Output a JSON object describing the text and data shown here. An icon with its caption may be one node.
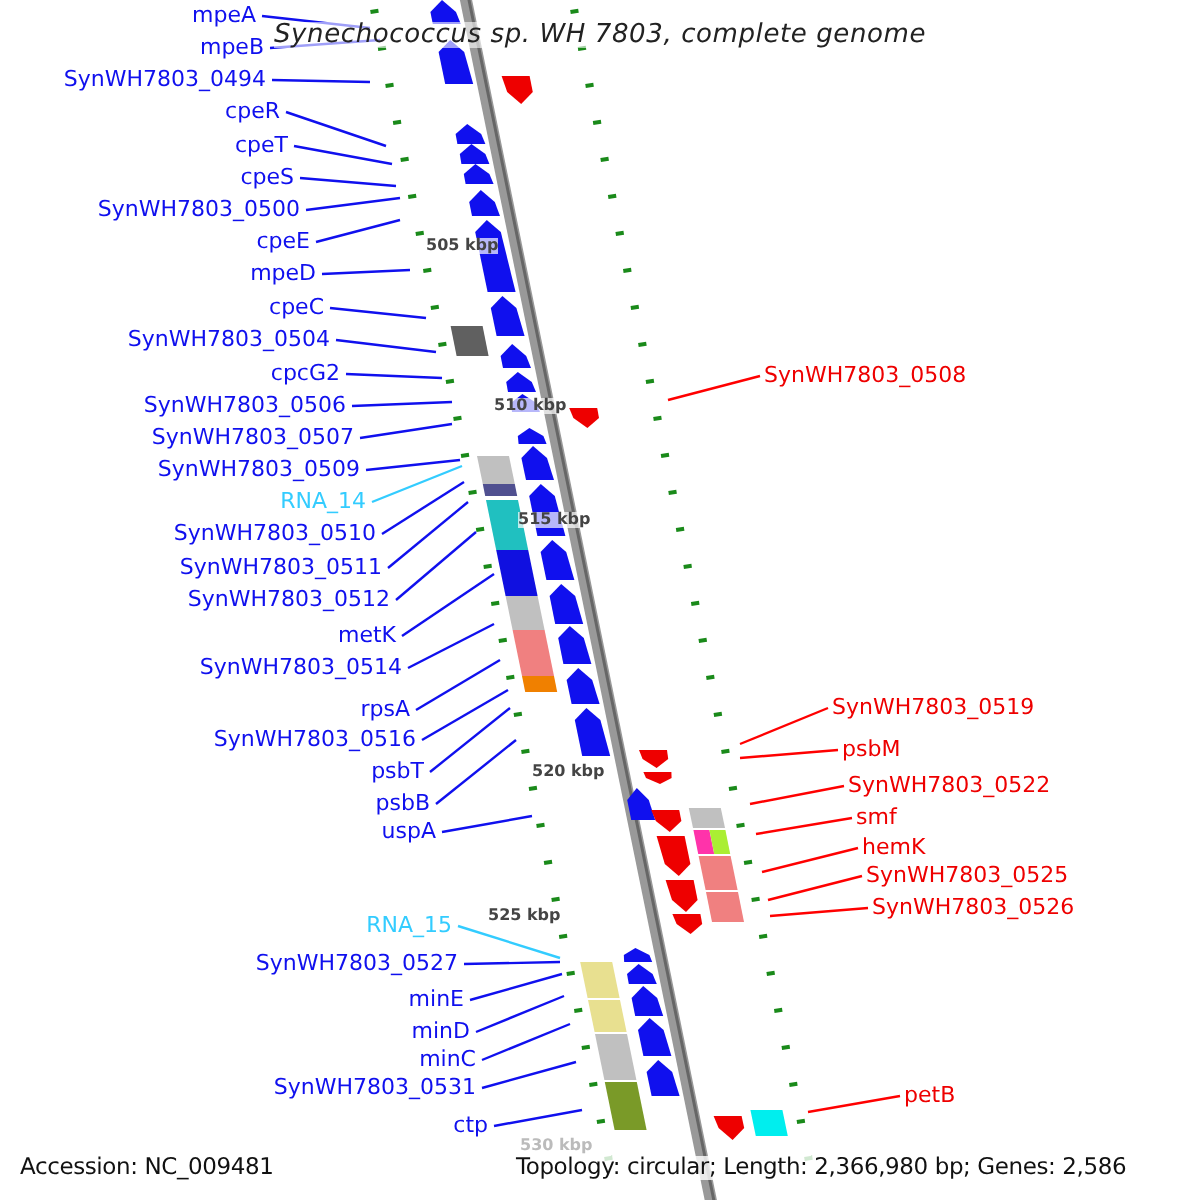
{
  "diagram": {
    "title": "Synechococcus sp. WH 7803, complete genome",
    "nodes": [
      {
        "text": [
          "mpeA"
        ]
      },
      {
        "text": [
          "mpeB"
        ]
      },
      {
        "text": [
          "SynWH7803_0494"
        ]
      },
      {
        "text": [
          "cpeR"
        ]
      },
      {
        "text": [
          "cpeT"
        ]
      },
      {
        "text": [
          "cpeS"
        ]
      },
      {
        "text": [
          "SynWH7803_0500"
        ]
      },
      {
        "text": [
          "cpeE"
        ]
      },
      {
        "text": [
          "mpeD"
        ]
      },
      {
        "text": [
          "cpeC"
        ]
      },
      {
        "text": [
          "SynWH7803_0504"
        ]
      },
      {
        "text": [
          "cpcG2"
        ]
      },
      {
        "text": [
          "SynWH7803_0506"
        ]
      },
      {
        "text": [
          "SynWH7803_0507"
        ]
      },
      {
        "text": [
          "SynWH7803_0509"
        ]
      },
      {
        "text": [
          "RNA_14"
        ]
      },
      {
        "text": [
          "SynWH7803_0510"
        ]
      },
      {
        "text": [
          "SynWH7803_0511"
        ]
      },
      {
        "text": [
          "SynWH7803_0512"
        ]
      },
      {
        "text": [
          "metK"
        ]
      },
      {
        "text": [
          "SynWH7803_0514"
        ]
      },
      {
        "text": [
          "rpsA"
        ]
      },
      {
        "text": [
          "SynWH7803_0516"
        ]
      },
      {
        "text": [
          "psbT"
        ]
      },
      {
        "text": [
          "psbB"
        ]
      },
      {
        "text": [
          "uspA"
        ]
      },
      {
        "text": [
          "RNA_15"
        ]
      },
      {
        "text": [
          "SynWH7803_0527"
        ]
      },
      {
        "text": [
          "minE"
        ]
      },
      {
        "text": [
          "minD"
        ]
      },
      {
        "text": [
          "minC"
        ]
      },
      {
        "text": [
          "SynWH7803_0531"
        ]
      },
      {
        "text": [
          "ctp"
        ]
      },
      {
        "text": [
          "SynWH7803_0508"
        ]
      },
      {
        "text": [
          "SynWH7803_0519"
        ]
      },
      {
        "text": [
          "psbM"
        ]
      },
      {
        "text": [
          "SynWH7803_0522"
        ]
      },
      {
        "text": [
          "smf"
        ]
      },
      {
        "text": [
          "hemK"
        ]
      },
      {
        "text": [
          "SynWH7803_0525"
        ]
      },
      {
        "text": [
          "SynWH7803_0526"
        ]
      },
      {
        "text": [
          "petB"
        ]
      }
    ],
    "edges": [
      {
        "from": 0,
        "to": null,
        "arrow": "none"
      },
      {
        "from": 1,
        "to": null,
        "arrow": "none"
      },
      {
        "from": 2,
        "to": null,
        "arrow": "none"
      },
      {
        "from": 3,
        "to": null,
        "arrow": "none"
      },
      {
        "from": 4,
        "to": null,
        "arrow": "none"
      },
      {
        "from": 5,
        "to": null,
        "arrow": "none"
      },
      {
        "from": 6,
        "to": null,
        "arrow": "none"
      },
      {
        "from": 7,
        "to": null,
        "arrow": "none"
      },
      {
        "from": 8,
        "to": null,
        "arrow": "none"
      },
      {
        "from": 9,
        "to": null,
        "arrow": "none"
      },
      {
        "from": 10,
        "to": null,
        "arrow": "none"
      },
      {
        "from": 11,
        "to": null,
        "arrow": "none"
      },
      {
        "from": 12,
        "to": null,
        "arrow": "none"
      },
      {
        "from": 13,
        "to": null,
        "arrow": "none"
      },
      {
        "from": 14,
        "to": null,
        "arrow": "none"
      },
      {
        "from": 15,
        "to": null,
        "arrow": "none",
        "color": "#33ccff"
      },
      {
        "from": 16,
        "to": null,
        "arrow": "none"
      },
      {
        "from": 17,
        "to": null,
        "arrow": "none"
      },
      {
        "from": 18,
        "to": null,
        "arrow": "none"
      },
      {
        "from": 19,
        "to": null,
        "arrow": "none"
      },
      {
        "from": 20,
        "to": null,
        "arrow": "none"
      },
      {
        "from": 21,
        "to": null,
        "arrow": "none"
      },
      {
        "from": 22,
        "to": null,
        "arrow": "none"
      },
      {
        "from": 23,
        "to": null,
        "arrow": "none"
      },
      {
        "from": 24,
        "to": null,
        "arrow": "none"
      },
      {
        "from": 25,
        "to": null,
        "arrow": "none"
      },
      {
        "from": 26,
        "to": null,
        "arrow": "none",
        "color": "#33ccff"
      },
      {
        "from": 27,
        "to": null,
        "arrow": "none"
      },
      {
        "from": 28,
        "to": null,
        "arrow": "none"
      },
      {
        "from": 29,
        "to": null,
        "arrow": "none"
      },
      {
        "from": 30,
        "to": null,
        "arrow": "none"
      },
      {
        "from": 31,
        "to": null,
        "arrow": "none"
      },
      {
        "from": 32,
        "to": null,
        "arrow": "none"
      },
      {
        "from": 33,
        "to": null,
        "arrow": "none",
        "color": "#ff0000"
      },
      {
        "from": 34,
        "to": null,
        "arrow": "none",
        "color": "#ff0000"
      },
      {
        "from": 35,
        "to": null,
        "arrow": "none",
        "color": "#ff0000"
      },
      {
        "from": 36,
        "to": null,
        "arrow": "none",
        "color": "#ff0000"
      },
      {
        "from": 37,
        "to": null,
        "arrow": "none",
        "color": "#ff0000"
      },
      {
        "from": 38,
        "to": null,
        "arrow": "none",
        "color": "#ff0000"
      },
      {
        "from": 39,
        "to": null,
        "arrow": "none",
        "color": "#ff0000"
      },
      {
        "from": 40,
        "to": null,
        "arrow": "none",
        "color": "#ff0000"
      },
      {
        "from": 41,
        "to": null,
        "arrow": "none",
        "color": "#ff0000"
      }
    ],
    "labels": [
      "505 kbp",
      "510 kbp",
      "515 kbp",
      "520 kbp",
      "525 kbp",
      "530 kbp",
      "Accession: NC_009481",
      "Topology: circular; Length: 2,366,980 bp; Genes: 2,586"
    ]
  }
}
